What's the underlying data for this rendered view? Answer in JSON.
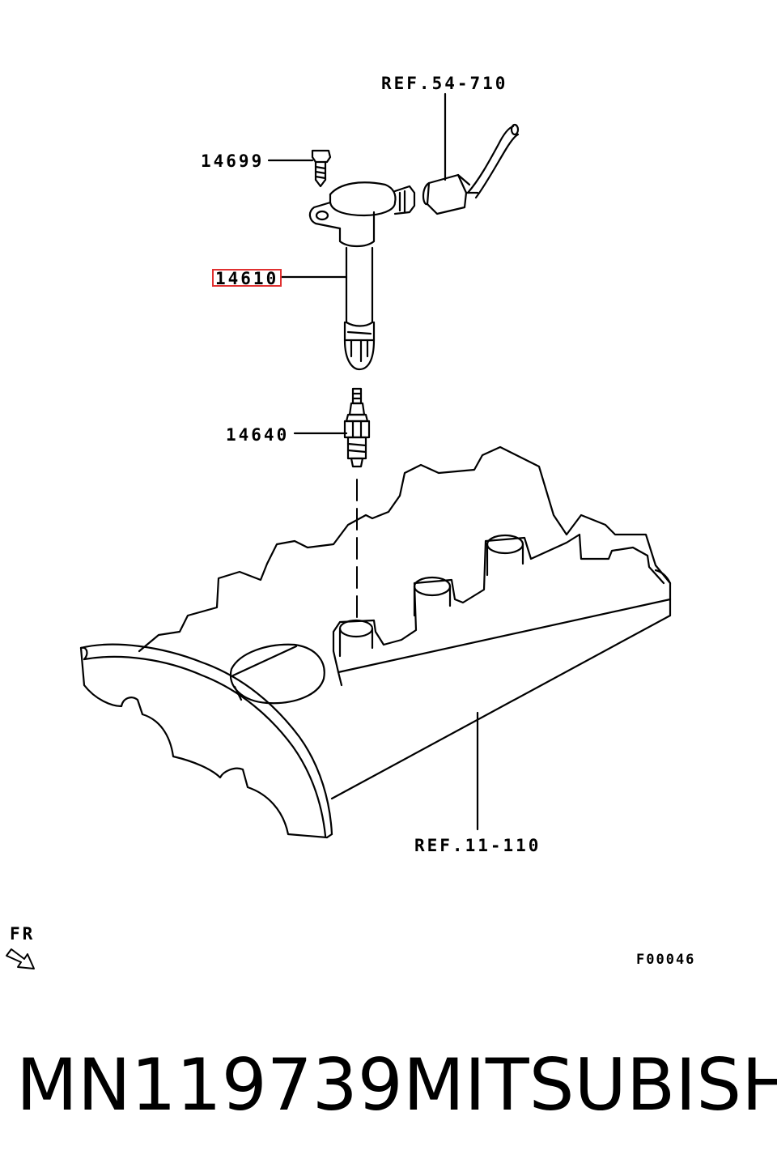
{
  "diagram": {
    "callouts": {
      "ref_top": "REF.54-710",
      "bolt": "14699",
      "coil": "14610",
      "plug": "14640",
      "ref_cover": "REF.11-110",
      "figure_code": "F00046",
      "direction": "FR"
    },
    "highlight_color": "#e03030",
    "line_color": "#000000"
  },
  "caption": {
    "part_number": "MN119739",
    "brand": "MITSUBISHI"
  }
}
